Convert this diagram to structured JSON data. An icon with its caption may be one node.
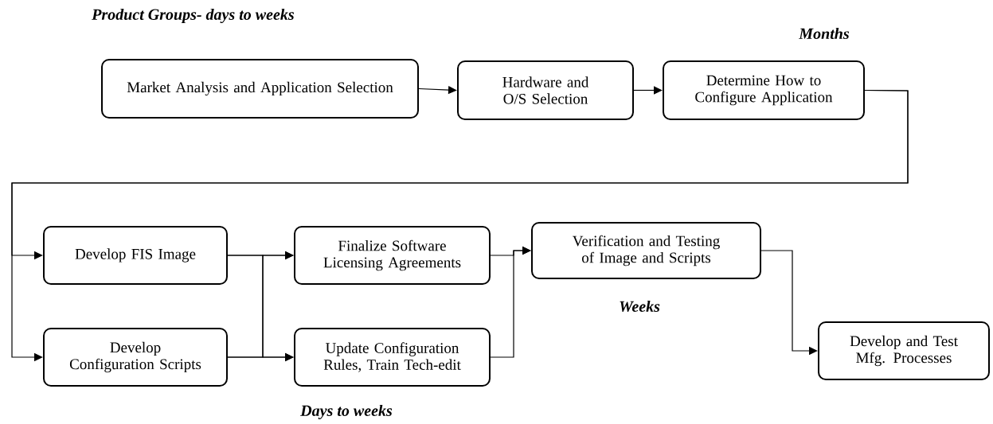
{
  "diagram": {
    "nodes": [
      {
        "text": [
          "Market Analysis and Application Selection"
        ]
      },
      {
        "text": [
          "Hardware and O/S Selection"
        ]
      },
      {
        "text": [
          "Determine How to Configure Application"
        ]
      },
      {
        "text": [
          "Develop FIS Image"
        ]
      },
      {
        "text": [
          "Develop Configuration Scripts"
        ]
      },
      {
        "text": [
          "Finalize Software Licensing Agreements"
        ]
      },
      {
        "text": [
          "Update Configuration Rules, Train Tech-edit"
        ]
      },
      {
        "text": [
          "Verification and Testing of Image and Scripts"
        ]
      },
      {
        "text": [
          "Develop and Test Mfg. Processes"
        ]
      }
    ],
    "edges": [
      {
        "from": 0,
        "to": 1,
        "arrow": "to"
      },
      {
        "from": 1,
        "to": 2,
        "arrow": "to"
      },
      {
        "from": 2,
        "to": 3,
        "arrow": "to"
      },
      {
        "from": 2,
        "to": 4,
        "arrow": "to"
      },
      {
        "from": 3,
        "to": 5,
        "arrow": "to"
      },
      {
        "from": 3,
        "to": 6,
        "arrow": "to"
      },
      {
        "from": 4,
        "to": 5,
        "arrow": "to"
      },
      {
        "from": 4,
        "to": 6,
        "arrow": "to"
      },
      {
        "from": 5,
        "to": 7,
        "arrow": "to"
      },
      {
        "from": 6,
        "to": 7,
        "arrow": "to"
      },
      {
        "from": 7,
        "to": 8,
        "arrow": "to"
      }
    ],
    "labels": [
      "Product Groups- days to weeks",
      "Months",
      "Weeks",
      "Days to weeks"
    ]
  }
}
